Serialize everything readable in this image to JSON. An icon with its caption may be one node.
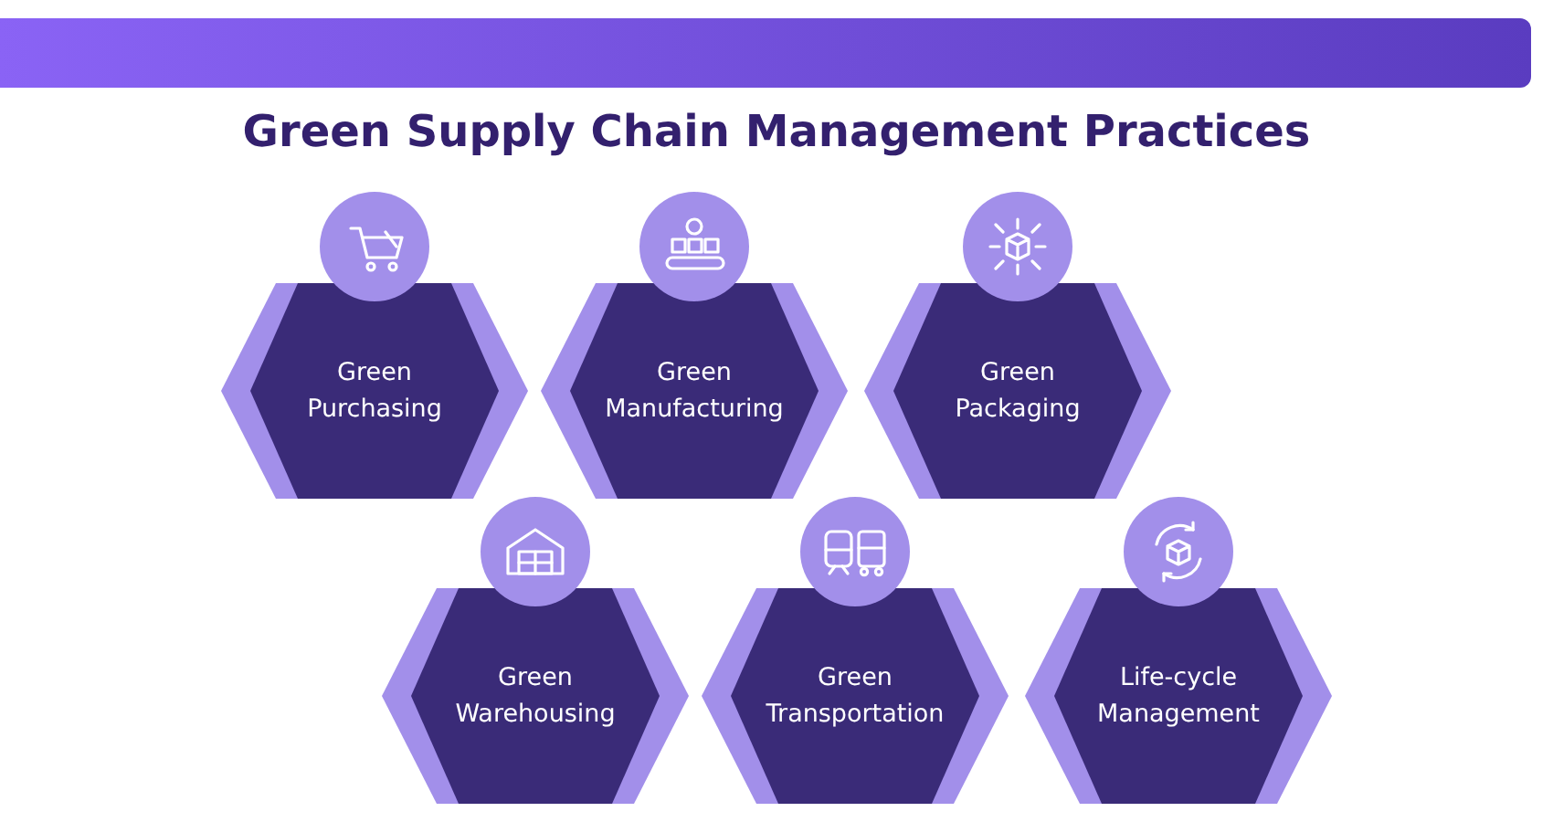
{
  "diagram": {
    "title": "Green Supply Chain Management Practices",
    "nodes": [
      {
        "text": [
          "Green Purchasing"
        ]
      },
      {
        "text": [
          "Green Manufacturing"
        ]
      },
      {
        "text": [
          "Green Packaging"
        ]
      },
      {
        "text": [
          "Green Warehousing"
        ]
      },
      {
        "text": [
          "Green Transportation"
        ]
      },
      {
        "text": [
          "Life-cycle Management"
        ]
      }
    ]
  }
}
